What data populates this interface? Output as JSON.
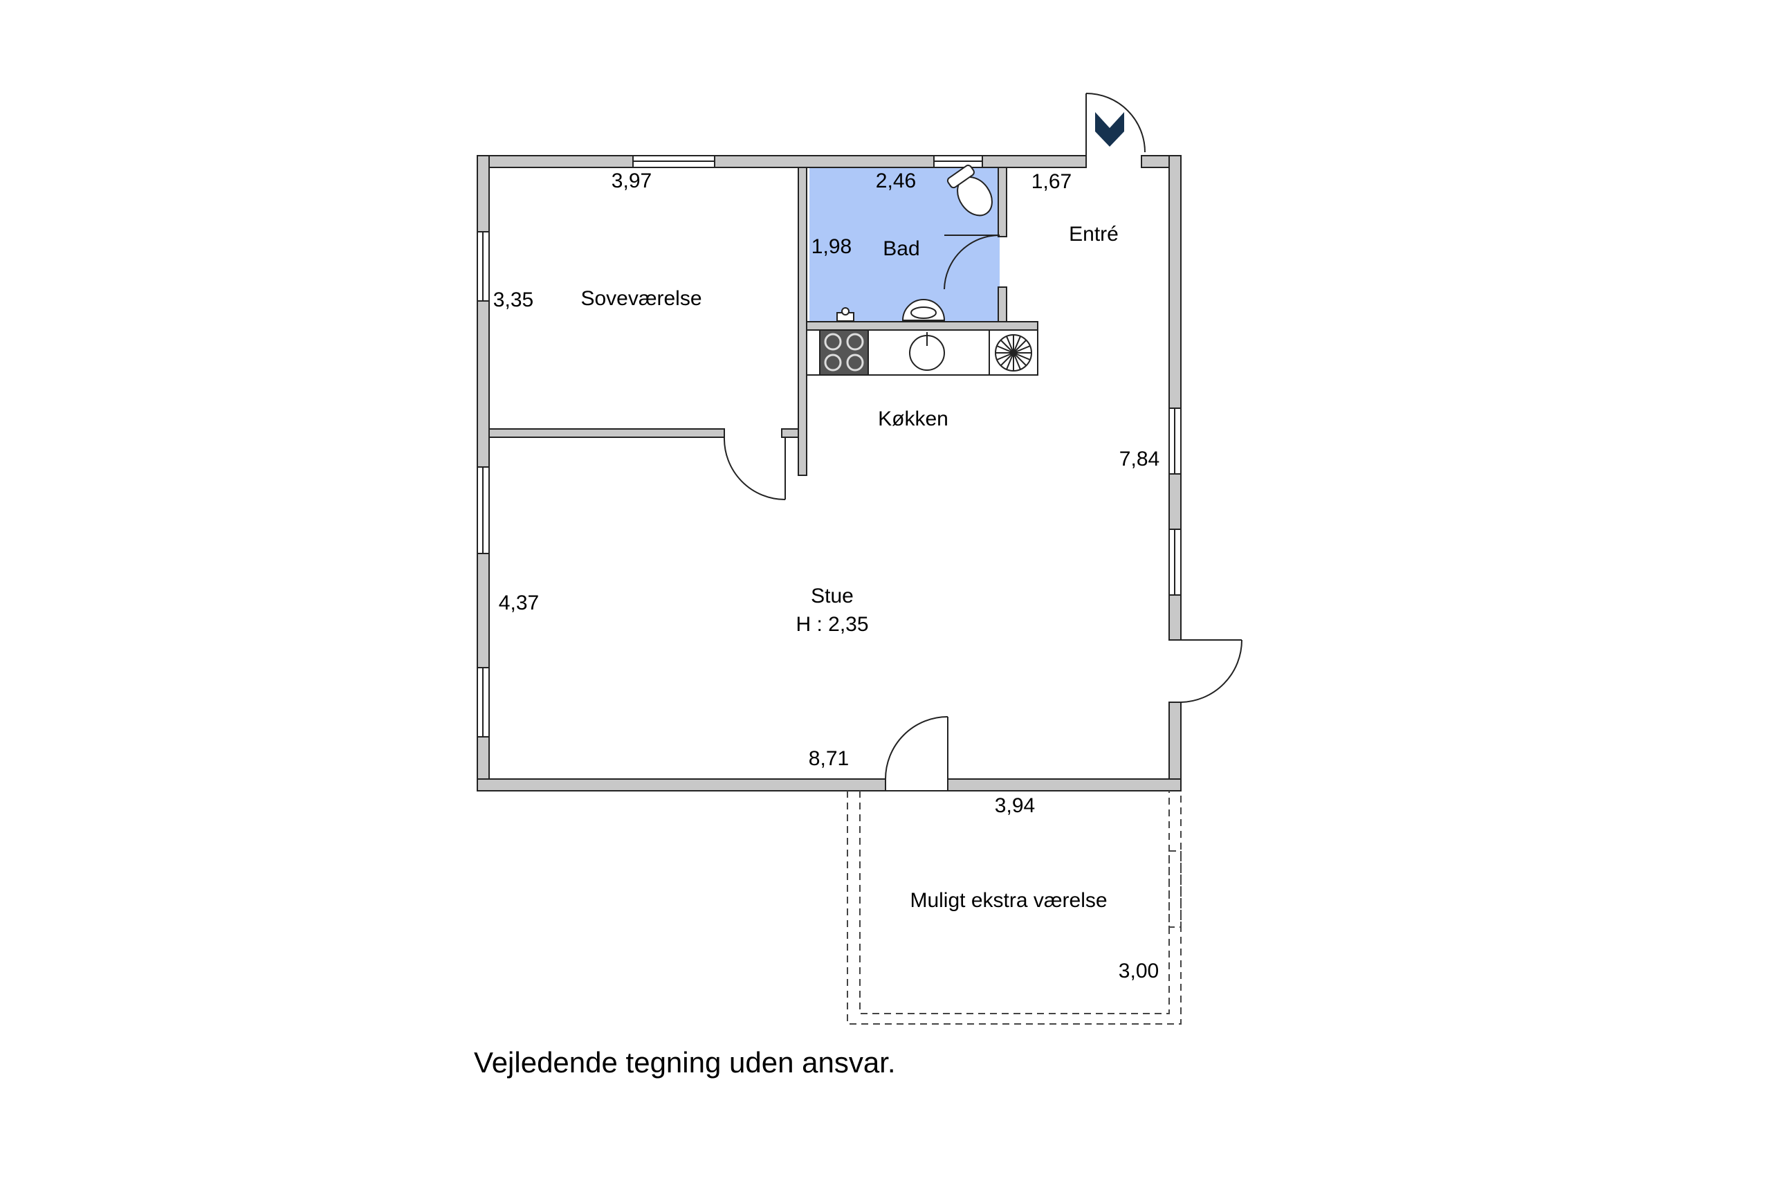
{
  "rooms": {
    "bedroom": "Soveværelse",
    "bath": "Bad",
    "entry": "Entré",
    "kitchen": "Køkken",
    "living": "Stue",
    "living_height": "H : 2,35",
    "extra": "Muligt ekstra værelse"
  },
  "dimensions": {
    "bedroom_width": "3,97",
    "bedroom_depth": "3,35",
    "bath_width": "2,46",
    "bath_depth": "1,98",
    "entry_width": "1,67",
    "right_depth": "7,84",
    "living_depth": "4,37",
    "total_width": "8,71",
    "extra_width": "3,94",
    "extra_depth": "3,00"
  },
  "caption": "Vejledende tegning uden ansvar.",
  "colors": {
    "bath_fill": "#aec8f8",
    "wall_fill": "#c8c8c8",
    "entrance_marker": "#16324f"
  }
}
